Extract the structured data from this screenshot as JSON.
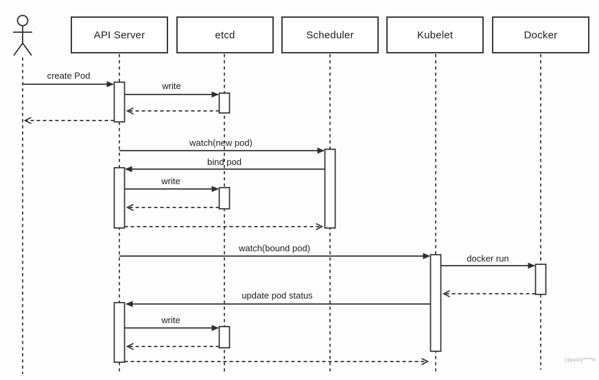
{
  "diagram": {
    "kind": "uml-sequence-diagram",
    "participants": [
      {
        "id": "user",
        "shape": "actor-stick-figure",
        "label": ""
      },
      {
        "id": "api-server",
        "shape": "box",
        "label": "API Server"
      },
      {
        "id": "etcd",
        "shape": "box",
        "label": "etcd"
      },
      {
        "id": "scheduler",
        "shape": "box",
        "label": "Scheduler"
      },
      {
        "id": "kubelet",
        "shape": "box",
        "label": "Kubelet"
      },
      {
        "id": "docker",
        "shape": "box",
        "label": "Docker"
      }
    ],
    "messages": [
      {
        "from": "user",
        "to": "api-server",
        "label": "create Pod",
        "line": "solid",
        "arrow": "filled"
      },
      {
        "from": "api-server",
        "to": "etcd",
        "label": "write",
        "line": "solid",
        "arrow": "filled"
      },
      {
        "from": "etcd",
        "to": "api-server",
        "label": "",
        "line": "dashed",
        "arrow": "open"
      },
      {
        "from": "api-server",
        "to": "user",
        "label": "",
        "line": "dashed",
        "arrow": "open"
      },
      {
        "from": "api-server",
        "to": "scheduler",
        "label": "watch(new pod)",
        "line": "solid",
        "arrow": "filled"
      },
      {
        "from": "scheduler",
        "to": "api-server",
        "label": "bind pod",
        "line": "solid",
        "arrow": "filled"
      },
      {
        "from": "api-server",
        "to": "etcd",
        "label": "write",
        "line": "solid",
        "arrow": "filled"
      },
      {
        "from": "etcd",
        "to": "api-server",
        "label": "",
        "line": "dashed",
        "arrow": "open"
      },
      {
        "from": "api-server",
        "to": "scheduler",
        "label": "",
        "line": "dashed",
        "arrow": "open"
      },
      {
        "from": "api-server",
        "to": "kubelet",
        "label": "watch(bound pod)",
        "line": "solid",
        "arrow": "filled"
      },
      {
        "from": "kubelet",
        "to": "docker",
        "label": "docker run",
        "line": "solid",
        "arrow": "filled"
      },
      {
        "from": "docker",
        "to": "kubelet",
        "label": "",
        "line": "dashed",
        "arrow": "open"
      },
      {
        "from": "kubelet",
        "to": "api-server",
        "label": "update pod status",
        "line": "solid",
        "arrow": "filled"
      },
      {
        "from": "api-server",
        "to": "etcd",
        "label": "write",
        "line": "solid",
        "arrow": "filled"
      },
      {
        "from": "etcd",
        "to": "api-server",
        "label": "",
        "line": "dashed",
        "arrow": "open"
      },
      {
        "from": "api-server",
        "to": "kubelet",
        "label": "",
        "line": "dashed",
        "arrow": "open"
      }
    ],
    "watermark": "ctyun/y****n",
    "colors": {
      "line": "#2f2f2f",
      "box_border": "#3a3a3a",
      "box_fill": "#ffffff",
      "background": "#fdfdfd",
      "text": "#1c1c1c",
      "watermark": "#aaaaaa"
    }
  }
}
